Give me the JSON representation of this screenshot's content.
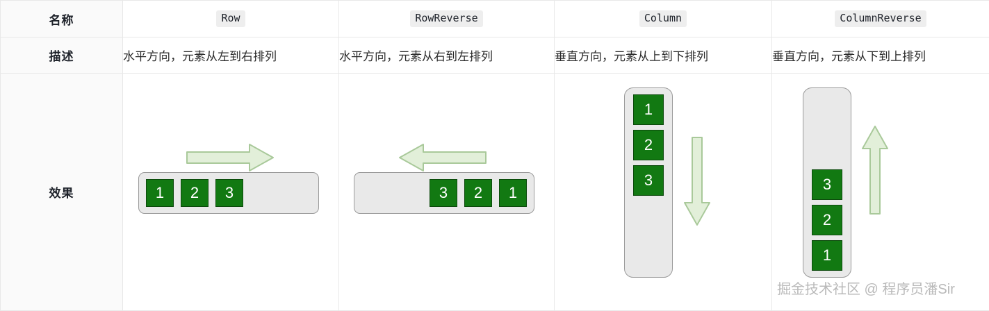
{
  "table": {
    "row_labels": {
      "name": "名称",
      "description": "描述",
      "effect": "效果"
    },
    "columns": [
      {
        "name": "Row",
        "description": "水平方向，元素从左到右排列",
        "direction": "horizontal",
        "order": [
          "1",
          "2",
          "3"
        ],
        "align": "start",
        "arrow": "arrow-right-icon"
      },
      {
        "name": "RowReverse",
        "description": "水平方向，元素从右到左排列",
        "direction": "horizontal",
        "order": [
          "3",
          "2",
          "1"
        ],
        "align": "end",
        "arrow": "arrow-left-icon"
      },
      {
        "name": "Column",
        "description": "垂直方向，元素从上到下排列",
        "direction": "vertical",
        "order": [
          "1",
          "2",
          "3"
        ],
        "align": "start",
        "arrow": "arrow-down-icon"
      },
      {
        "name": "ColumnReverse",
        "description": "垂直方向，元素从下到上排列",
        "direction": "vertical",
        "order": [
          "3",
          "2",
          "1"
        ],
        "align": "end",
        "arrow": "arrow-up-icon"
      }
    ]
  },
  "watermark": {
    "text": "掘金技术社区 @ 程序员潘Sir"
  },
  "colors": {
    "box_fill": "#127912",
    "box_border": "#0c4a0c",
    "box_text": "#ffffff",
    "container_fill": "#e9e9e9",
    "container_border": "#9a9a9a",
    "arrow_fill": "#e2efd9",
    "arrow_stroke": "#a9c99a",
    "table_border": "#e8e8e8",
    "label_bg": "#fafafa",
    "pill_bg": "#eeeeee",
    "watermark": "#b9b9b9"
  }
}
